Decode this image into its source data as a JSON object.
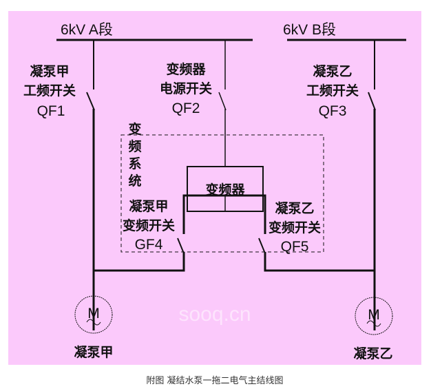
{
  "colors": {
    "background": "#fbc9fb",
    "line": "#111111"
  },
  "buses": {
    "a": "6kV  A段",
    "b": "6kV   B段"
  },
  "switches": {
    "qf1": {
      "line1": "凝泵甲",
      "line2": "工频开关",
      "code": "QF1"
    },
    "qf2": {
      "line1": "变频器",
      "line2": "电源开关",
      "code": "QF2"
    },
    "qf3": {
      "line1": "凝泵乙",
      "line2": "工频开关",
      "code": "QF3"
    },
    "gf4": {
      "line1": "凝泵甲",
      "line2": "变频开关",
      "code": "GF4"
    },
    "qf5": {
      "line1": "凝泵乙",
      "line2": "变频开关",
      "code": "QF5"
    }
  },
  "vfd_system": {
    "c1": "变",
    "c2": "频",
    "c3": "系",
    "c4": "统"
  },
  "converter": "变频器",
  "motors": {
    "symbol": "M",
    "a": "凝泵甲",
    "b": "凝泵乙"
  },
  "watermark": "sooq.cn",
  "caption": "附图  凝结水泵一拖二电气主结线图"
}
